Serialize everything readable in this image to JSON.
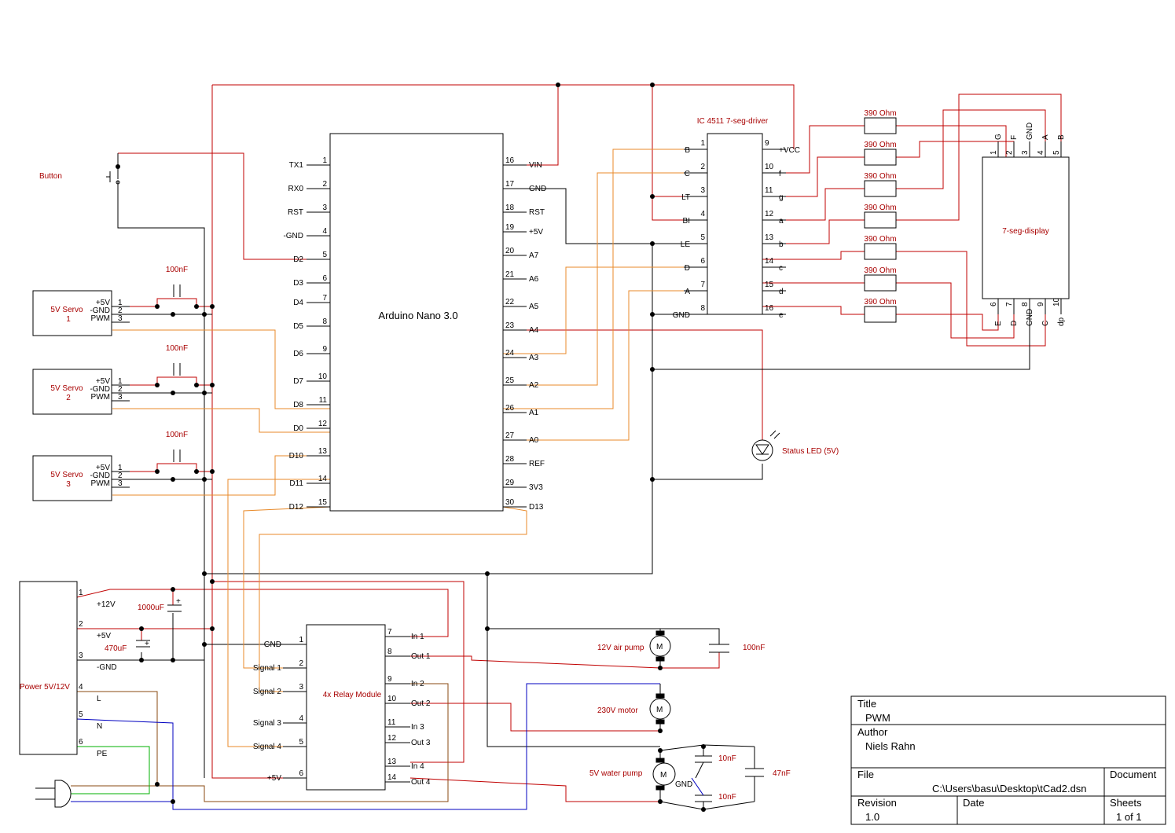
{
  "colors": {
    "wire_red": "#c00000",
    "wire_black": "#000000",
    "wire_orange": "#e88a2a",
    "wire_blue": "#0000c0",
    "wire_green": "#00b000",
    "wire_brown": "#8a4a10",
    "label_red": "#a80000"
  },
  "arduino": {
    "name": "Arduino Nano 3.0",
    "left_pins": [
      {
        "num": "1",
        "name": "TX1"
      },
      {
        "num": "2",
        "name": "RX0"
      },
      {
        "num": "3",
        "name": "RST"
      },
      {
        "num": "4",
        "name": "-GND"
      },
      {
        "num": "5",
        "name": "D2"
      },
      {
        "num": "6",
        "name": "D3"
      },
      {
        "num": "7",
        "name": "D4"
      },
      {
        "num": "8",
        "name": "D5"
      },
      {
        "num": "9",
        "name": "D6"
      },
      {
        "num": "10",
        "name": "D7"
      },
      {
        "num": "11",
        "name": "D8"
      },
      {
        "num": "12",
        "name": "D0"
      },
      {
        "num": "13",
        "name": "D10"
      },
      {
        "num": "14",
        "name": "D11"
      },
      {
        "num": "15",
        "name": "D12"
      }
    ],
    "right_pins": [
      {
        "num": "16",
        "name": "VIN"
      },
      {
        "num": "17",
        "name": "GND"
      },
      {
        "num": "18",
        "name": "RST"
      },
      {
        "num": "19",
        "name": "+5V"
      },
      {
        "num": "20",
        "name": "A7"
      },
      {
        "num": "21",
        "name": "A6"
      },
      {
        "num": "22",
        "name": "A5"
      },
      {
        "num": "23",
        "name": "A4"
      },
      {
        "num": "24",
        "name": "A3"
      },
      {
        "num": "25",
        "name": "A2"
      },
      {
        "num": "26",
        "name": "A1"
      },
      {
        "num": "27",
        "name": "A0"
      },
      {
        "num": "28",
        "name": "REF"
      },
      {
        "num": "29",
        "name": "3V3"
      },
      {
        "num": "30",
        "name": "D13"
      }
    ]
  },
  "driver": {
    "title": "IC 4511 7-seg-driver",
    "left_pins": [
      {
        "num": "1",
        "name": "B"
      },
      {
        "num": "2",
        "name": "C"
      },
      {
        "num": "3",
        "name": "LT"
      },
      {
        "num": "4",
        "name": "BI"
      },
      {
        "num": "5",
        "name": "LE"
      },
      {
        "num": "6",
        "name": "D"
      },
      {
        "num": "7",
        "name": "A"
      },
      {
        "num": "8",
        "name": "GND"
      }
    ],
    "right_pins": [
      {
        "num": "9",
        "name": "+VCC"
      },
      {
        "num": "10",
        "name": "f"
      },
      {
        "num": "11",
        "name": "g"
      },
      {
        "num": "12",
        "name": "a"
      },
      {
        "num": "13",
        "name": "b"
      },
      {
        "num": "14",
        "name": "c"
      },
      {
        "num": "15",
        "name": "d"
      },
      {
        "num": "16",
        "name": "e"
      }
    ]
  },
  "resistors": {
    "label": "390 Ohm",
    "count": 7
  },
  "display": {
    "name": "7-seg-display",
    "top_pins": [
      {
        "num": "1",
        "name": "G"
      },
      {
        "num": "2",
        "name": "F"
      },
      {
        "num": "3",
        "name": "GND"
      },
      {
        "num": "4",
        "name": "A"
      },
      {
        "num": "5",
        "name": "B"
      }
    ],
    "bottom_pins": [
      {
        "num": "6",
        "name": "E"
      },
      {
        "num": "7",
        "name": "D"
      },
      {
        "num": "8",
        "name": "GND"
      },
      {
        "num": "9",
        "name": "C"
      },
      {
        "num": "10",
        "name": "dp"
      }
    ]
  },
  "button": {
    "label": "Button"
  },
  "servos": [
    {
      "line1": "5V Servo",
      "line2": "1",
      "cap": "100nF"
    },
    {
      "line1": "5V Servo",
      "line2": "2",
      "cap": "100nF"
    },
    {
      "line1": "5V Servo",
      "line2": "3",
      "cap": "100nF"
    }
  ],
  "servo_pins": [
    {
      "num": "1",
      "name": "+5V"
    },
    {
      "num": "2",
      "name": "-GND"
    },
    {
      "num": "3",
      "name": "PWM"
    }
  ],
  "status_led": {
    "label": "Status LED (5V)"
  },
  "power": {
    "name": "Power 5V/12V",
    "pins": [
      {
        "num": "1",
        "name": "+12V"
      },
      {
        "num": "2",
        "name": "+5V"
      },
      {
        "num": "3",
        "name": "-GND"
      },
      {
        "num": "4",
        "name": "L"
      },
      {
        "num": "5",
        "name": "N"
      },
      {
        "num": "6",
        "name": "PE"
      }
    ],
    "cap1": "1000uF",
    "cap2": "470uF"
  },
  "relay": {
    "name": "4x Relay Module",
    "left_pins": [
      {
        "num": "1",
        "name": "GND"
      },
      {
        "num": "2",
        "name": "Signal 1"
      },
      {
        "num": "3",
        "name": "Signal 2"
      },
      {
        "num": "4",
        "name": "Signal 3"
      },
      {
        "num": "5",
        "name": "Signal 4"
      },
      {
        "num": "6",
        "name": "+5V"
      }
    ],
    "right_pins": [
      {
        "num": "7",
        "name": "In 1"
      },
      {
        "num": "8",
        "name": "Out 1"
      },
      {
        "num": "9",
        "name": "In 2"
      },
      {
        "num": "10",
        "name": "Out 2"
      },
      {
        "num": "11",
        "name": "In 3"
      },
      {
        "num": "12",
        "name": "Out 3"
      },
      {
        "num": "13",
        "name": "In 4"
      },
      {
        "num": "14",
        "name": "Out 4"
      }
    ]
  },
  "loads": {
    "air_pump": "12V air pump",
    "air_cap": "100nF",
    "motor": "230V motor",
    "water_pump": "5V water pump",
    "water_gnd": "GND",
    "water_cap1": "10nF",
    "water_cap2": "10nF",
    "water_cap3": "47nF",
    "motor_symbol": "M"
  },
  "title_block": {
    "title_label": "Title",
    "title": "PWM",
    "author_label": "Author",
    "author": "Niels Rahn",
    "file_label": "File",
    "file": "C:\\Users\\basu\\Desktop\\tCad2.dsn",
    "document_label": "Document",
    "revision_label": "Revision",
    "revision": "1.0",
    "date_label": "Date",
    "sheets_label": "Sheets",
    "sheets": "1 of 1"
  }
}
